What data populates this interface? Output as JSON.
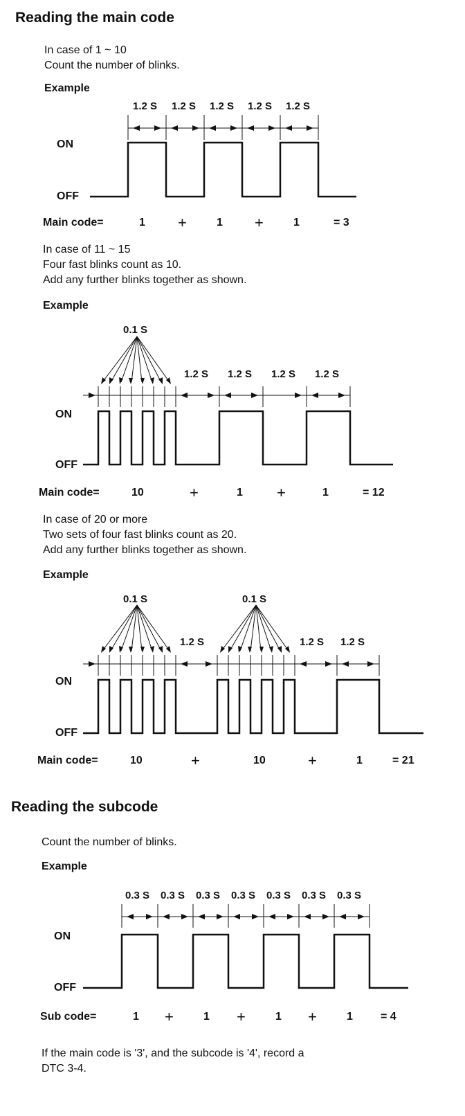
{
  "main": {
    "title": "Reading the main code",
    "case1": {
      "lines": [
        "In case of 1 ~ 10",
        "Count the number of blinks."
      ],
      "example": "Example",
      "timing": [
        "1.2 S",
        "1.2 S",
        "1.2 S",
        "1.2 S",
        "1.2 S"
      ],
      "on": "ON",
      "off": "OFF",
      "code_label": "Main code=",
      "terms": [
        "1",
        "+",
        "1",
        "+",
        "1",
        "= 3"
      ]
    },
    "case2": {
      "lines": [
        "In case of 11 ~ 15",
        "Four fast blinks count as 10.",
        "Add any further blinks together as shown."
      ],
      "example": "Example",
      "fast": "0.1 S",
      "timing": [
        "1.2 S",
        "1.2 S",
        "1.2 S",
        "1.2 S"
      ],
      "on": "ON",
      "off": "OFF",
      "code_label": "Main code=",
      "terms": [
        "10",
        "+",
        "1",
        "+",
        "1",
        "= 12"
      ]
    },
    "case3": {
      "lines": [
        "In case of 20 or more",
        "Two sets of four fast blinks count as 20.",
        "Add any further blinks together as shown."
      ],
      "example": "Example",
      "fast": [
        "0.1 S",
        "0.1 S"
      ],
      "timing": [
        "1.2 S",
        "1.2 S",
        "1.2 S"
      ],
      "on": "ON",
      "off": "OFF",
      "code_label": "Main code=",
      "terms": [
        "10",
        "+",
        "10",
        "+",
        "1",
        "= 21"
      ]
    }
  },
  "sub": {
    "title": "Reading the subcode",
    "lines": [
      "Count the number of blinks."
    ],
    "example": "Example",
    "timing": [
      "0.3 S",
      "0.3 S",
      "0.3 S",
      "0.3 S",
      "0.3 S",
      "0.3 S",
      "0.3 S"
    ],
    "on": "ON",
    "off": "OFF",
    "code_label": "Sub code=",
    "terms": [
      "1",
      "+",
      "1",
      "+",
      "1",
      "+",
      "1",
      "= 4"
    ],
    "footer": [
      "If the main code is '3', and the subcode is '4', record a",
      "DTC 3-4."
    ]
  }
}
